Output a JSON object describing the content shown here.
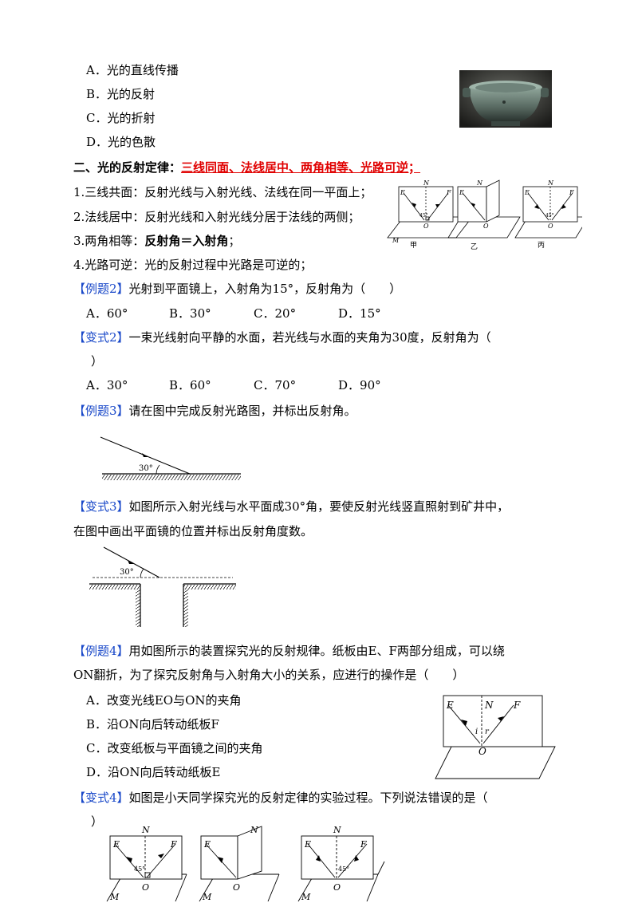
{
  "q1": {
    "options": [
      "A．光的直线传播",
      "B．光的反射",
      "C．光的折射",
      "D．光的色散"
    ]
  },
  "section2": {
    "prefix": "二、光的反射定律：",
    "key": "三线同面、法线居中、两角相等、光路可逆；"
  },
  "laws": [
    "1.三线共面：反射光线与入射光线、法线在同一平面上；",
    "2.法线居中：反射光线和入射光线分居于法线的两侧；",
    "3.两角相等：",
    "4.光路可逆：光的反射过程中光路是可逆的；"
  ],
  "law3_bold": "反射角＝入射角",
  "law3_end": "；",
  "diagram_top": {
    "labels": [
      "甲",
      "乙",
      "丙"
    ],
    "letters": [
      "E",
      "N",
      "F",
      "M",
      "O"
    ],
    "angle": "45°"
  },
  "ex2": {
    "tag": "【例题2】",
    "text": "光射到平面镜上，入射角为15°，反射角为（　　）",
    "options": [
      "A．60°",
      "B．30°",
      "C．20°",
      "D．15°"
    ]
  },
  "var2": {
    "tag": "【变式2】",
    "text": "一束光线射向平静的水面，若光线与水面的夹角为30度，反射角为（",
    "text2": "）",
    "options": [
      "A．30°",
      "B．60°",
      "C．70°",
      "D．90°"
    ]
  },
  "ex3": {
    "tag": "【例题3】",
    "text": "请在图中完成反射光路图，并标出反射角。",
    "angle": "30°"
  },
  "var3": {
    "tag": "【变式3】",
    "text": "如图所示入射光线与水平面成30°角，要使反射光线竖直照射到矿井中，",
    "text2": "在图中画出平面镜的位置并标出反射角度数。",
    "angle": "30°"
  },
  "ex4": {
    "tag": "【例题4】",
    "text": "用如图所示的装置探究光的反射规律。纸板由E、F两部分组成，可以绕",
    "text2": "ON翻折，为了探究反射角与入射角大小的关系，应进行的操作是（　　）",
    "options": [
      "A．改变光线EO与ON的夹角",
      "B．沿ON向后转动纸板F",
      "C．改变纸板与平面镜之间的夹角",
      "D．沿ON向后转动纸板E"
    ],
    "letters": [
      "E",
      "N",
      "F",
      "i",
      "r",
      "O"
    ]
  },
  "var4": {
    "tag": "【变式4】",
    "text": "如图是小天同学探究光的反射定律的实验过程。下列说法错误的是（",
    "text2": "）",
    "letters": [
      "E",
      "N",
      "F",
      "M",
      "O"
    ],
    "angle": "45°"
  }
}
